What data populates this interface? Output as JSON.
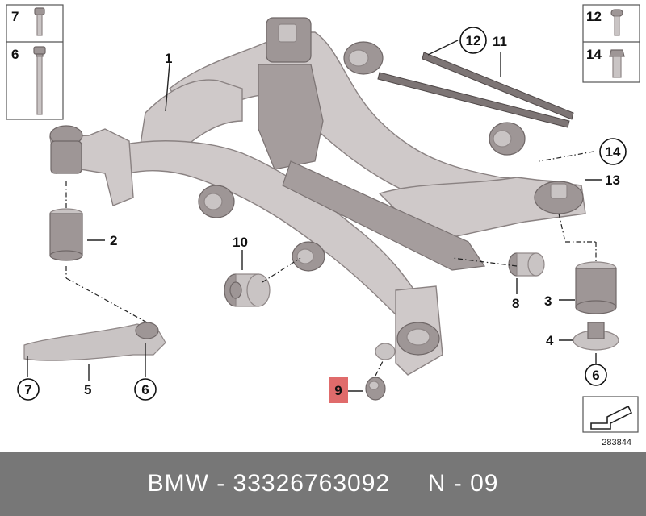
{
  "diagram": {
    "callouts": {
      "c1": "1",
      "c2": "2",
      "c3": "3",
      "c4": "4",
      "c5": "5",
      "c6_left": "6",
      "c6_right": "6",
      "c6_box": "6",
      "c7_left": "7",
      "c7_box": "7",
      "c8": "8",
      "c9": "9",
      "c10": "10",
      "c11": "11",
      "c12_top": "12",
      "c12_box": "12",
      "c13": "13",
      "c14_mid": "14",
      "c14_box": "14"
    },
    "highlighted_callout": "9",
    "highlight_color": "#e06b6b",
    "image_number": "283844"
  },
  "footer": {
    "text": "BMW - 33326763092     N - 09",
    "background": "#777777"
  }
}
